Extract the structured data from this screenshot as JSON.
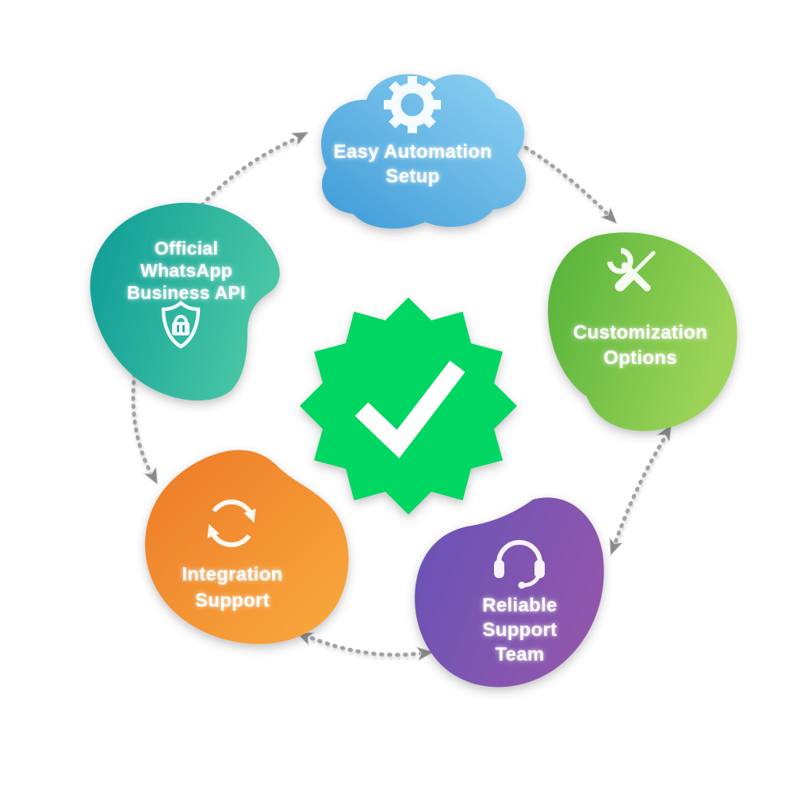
{
  "diagram": {
    "type": "cycle-infographic",
    "background": "#ffffff",
    "connector_color": "#a2a2a2",
    "connector_arrow_color": "#8b8b8b",
    "connector_style": "dotted-chain"
  },
  "center": {
    "icon": "verified-check-badge",
    "badge_color": "#00d662",
    "check_color": "#ffffff",
    "shape": "12-point starburst seal"
  },
  "nodes": [
    {
      "id": "easy-automation-setup",
      "label": "Easy Automation Setup",
      "lines": [
        "Easy Automation",
        "Setup"
      ],
      "icon": "gear-icon",
      "position": "top",
      "color_start": "#8fd3f2",
      "color_end": "#3e9ad8"
    },
    {
      "id": "customization-options",
      "label": "Customization Options",
      "lines": [
        "Customization",
        "Options"
      ],
      "icon": "tools-icon",
      "position": "right",
      "color_start": "#54b23a",
      "color_end": "#9cd458"
    },
    {
      "id": "reliable-support-team",
      "label": "Reliable Support Team",
      "lines": [
        "Reliable",
        "Support",
        "Team"
      ],
      "icon": "headset-icon",
      "position": "bottom-right",
      "color_start": "#6952b6",
      "color_end": "#9257ac"
    },
    {
      "id": "integration-support",
      "label": "Integration Support",
      "lines": [
        "Integration",
        "Support"
      ],
      "icon": "sync-arrows-icon",
      "position": "bottom-left",
      "color_start": "#ed7927",
      "color_end": "#f9ab3e"
    },
    {
      "id": "official-whatsapp-business-api",
      "label": "Official WhatsApp Business API",
      "lines": [
        "Official",
        "WhatsApp",
        "Business API"
      ],
      "icon": "shield-lock-icon",
      "position": "left",
      "color_start": "#109e97",
      "color_end": "#4cc9a6"
    }
  ],
  "connectors": [
    {
      "from": "official-whatsapp-business-api",
      "to": "easy-automation-setup",
      "bidirectional": false
    },
    {
      "from": "easy-automation-setup",
      "to": "customization-options",
      "bidirectional": false
    },
    {
      "from": "customization-options",
      "to": "reliable-support-team",
      "bidirectional": true
    },
    {
      "from": "reliable-support-team",
      "to": "integration-support",
      "bidirectional": true
    },
    {
      "from": "official-whatsapp-business-api",
      "to": "integration-support",
      "bidirectional": false
    }
  ]
}
